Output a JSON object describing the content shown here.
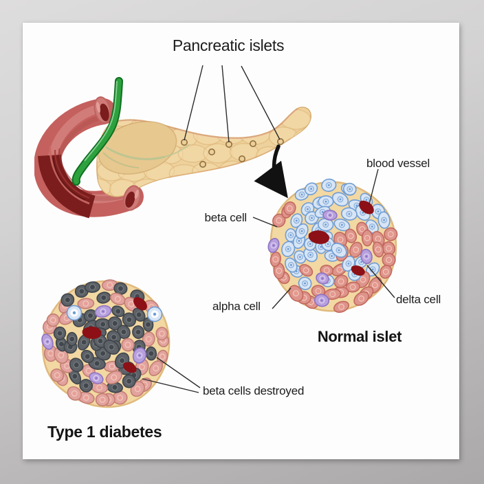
{
  "poster_title": "Pancreatic islets",
  "normal_islet": {
    "caption": "Normal islet",
    "labels": {
      "blood_vessel": "blood vessel",
      "beta_cell": "beta cell",
      "alpha_cell": "alpha cell",
      "delta_cell": "delta cell"
    }
  },
  "type1_islet": {
    "caption": "Type 1 diabetes",
    "labels": {
      "beta_cells_destroyed": "beta cells destroyed"
    }
  },
  "colors": {
    "alpha_cell": "#de948b",
    "alpha_cell_outline": "#c2685d",
    "alpha_cell_diabetic": "#e2a39e",
    "alpha_cell_diabetic_outline": "#c47d72",
    "beta_cell": "#d7e5f5",
    "beta_cell_outline": "#6f9cd4",
    "delta_cell": "#b7a0dd",
    "delta_cell_outline": "#8d72c3",
    "destroyed_cell": "#5d6268",
    "destroyed_cell_outline": "#3f444a",
    "blood_vessel": "#8c1016",
    "islet_background": "#f2d8a2",
    "islet_outline": "#e0b97c",
    "pancreas": "#eed29d",
    "pancreas_lobule": "#d7ab6b",
    "duodenum": "#c4605e",
    "duodenum_interior": "#7a1d1c",
    "bile_duct_green": "#2da13d",
    "line_color": "#2b2b2b"
  }
}
